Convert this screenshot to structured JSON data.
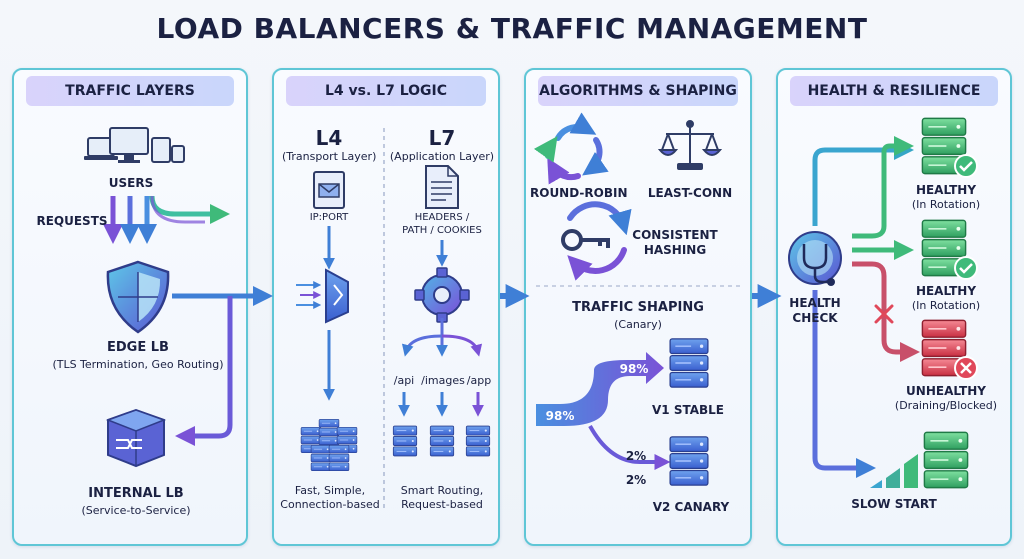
{
  "title": "LOAD BALANCERS & TRAFFIC MANAGEMENT",
  "colors": {
    "panel_border": "#5fc6d6",
    "header_bg": "#d9d3fb",
    "arrow_blue": "#3f7fd6",
    "arrow_purple": "#7a52d6",
    "server_blue": "#3f5fc8",
    "server_green": "#3fba7a",
    "server_red": "#e0485a"
  },
  "panels": {
    "traffic_layers": {
      "header": "TRAFFIC LAYERS",
      "users": "USERS",
      "requests": "REQUESTS",
      "edge_lb": "EDGE LB",
      "edge_lb_desc": "(TLS Termination, Geo Routing)",
      "internal_lb": "INTERNAL LB",
      "internal_lb_desc": "(Service-to-Service)"
    },
    "l4_l7": {
      "header": "L4 vs. L7 LOGIC",
      "l4_title": "L4",
      "l4_sub": "(Transport Layer)",
      "l4_packet": "IP:PORT",
      "l4_desc_1": "Fast, Simple,",
      "l4_desc_2": "Connection-based",
      "l7_title": "L7",
      "l7_sub": "(Application Layer)",
      "l7_packet_1": "HEADERS /",
      "l7_packet_2": "PATH / COOKIES",
      "routes": [
        "/api",
        "/images",
        "/app"
      ],
      "l7_desc_1": "Smart Routing,",
      "l7_desc_2": "Request-based"
    },
    "algorithms": {
      "header": "ALGORITHMS & SHAPING",
      "round_robin": "ROUND-ROBIN",
      "least_conn": "LEAST-CONN",
      "consistent_1": "CONSISTENT",
      "consistent_2": "HASHING",
      "shaping_title": "TRAFFIC SHAPING",
      "shaping_sub": "(Canary)",
      "input_pct": "98%",
      "stable_pct": "98%",
      "stable_label": "V1 STABLE",
      "canary_pct_1": "2%",
      "canary_pct_2": "2%",
      "canary_label": "V2 CANARY"
    },
    "health": {
      "header": "HEALTH & RESILIENCE",
      "health_check_1": "HEALTH",
      "health_check_2": "CHECK",
      "healthy_1": "HEALTHY",
      "healthy_1_sub": "(In Rotation)",
      "healthy_2": "HEALTHY",
      "healthy_2_sub": "(In Rotation)",
      "unhealthy": "UNHEALTHY",
      "unhealthy_sub": "(Draining/Blocked)",
      "slow_start": "SLOW START"
    }
  }
}
